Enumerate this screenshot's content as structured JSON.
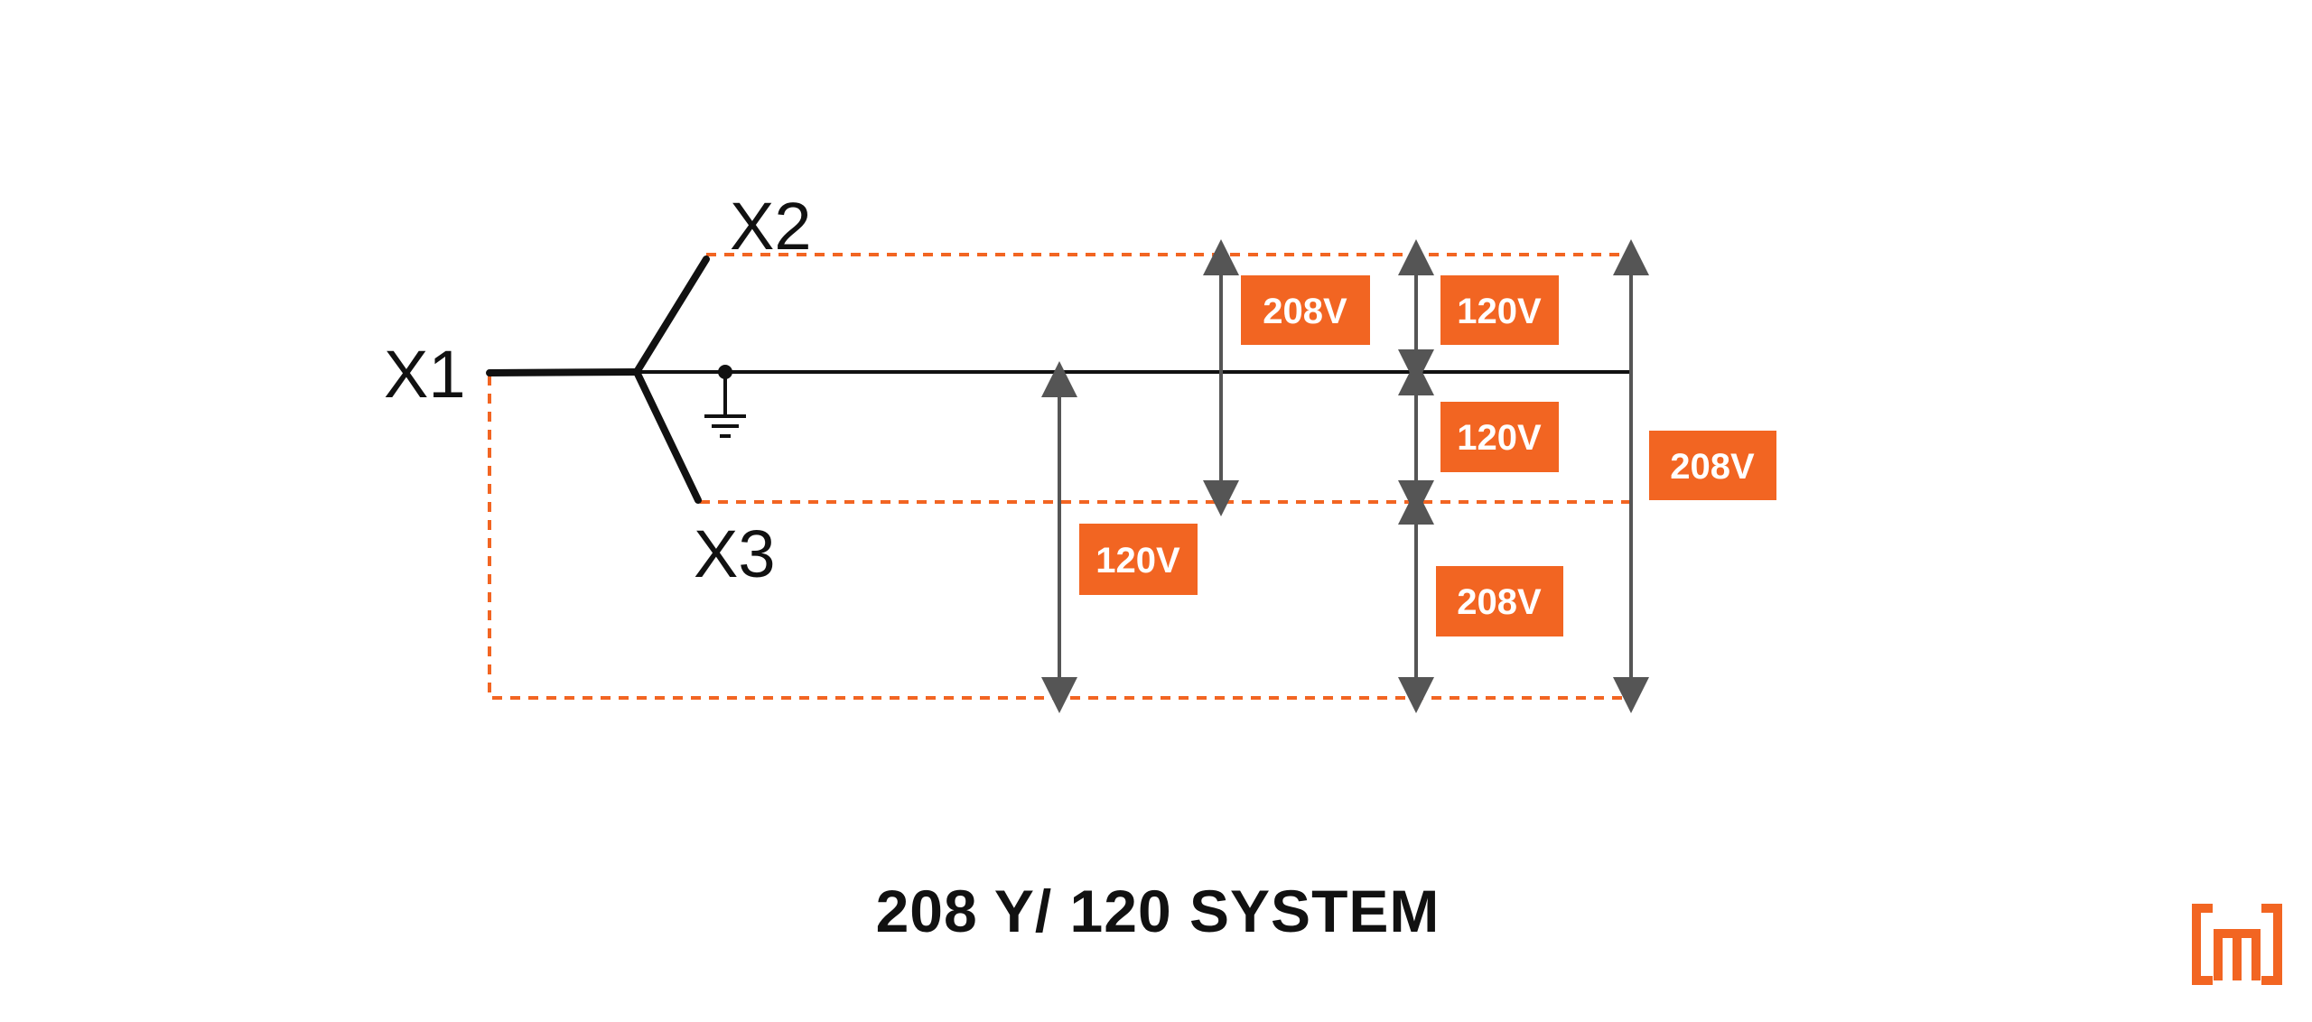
{
  "title": "208 Y/ 120 SYSTEM",
  "colors": {
    "accent": "#f26522",
    "wire": "#111111",
    "arrow": "#555555"
  },
  "terminals": {
    "x1": "X1",
    "x2": "X2",
    "x3": "X3"
  },
  "measurements": {
    "x2_x3": "208V",
    "x2_neutral": "120V",
    "neutral_x3": "120V",
    "x3_x1": "208V",
    "x1_neutral": "120V",
    "x2_x1": "208V"
  },
  "icons": {
    "ground": "ground-icon",
    "logo": "brand-logo-icon"
  }
}
